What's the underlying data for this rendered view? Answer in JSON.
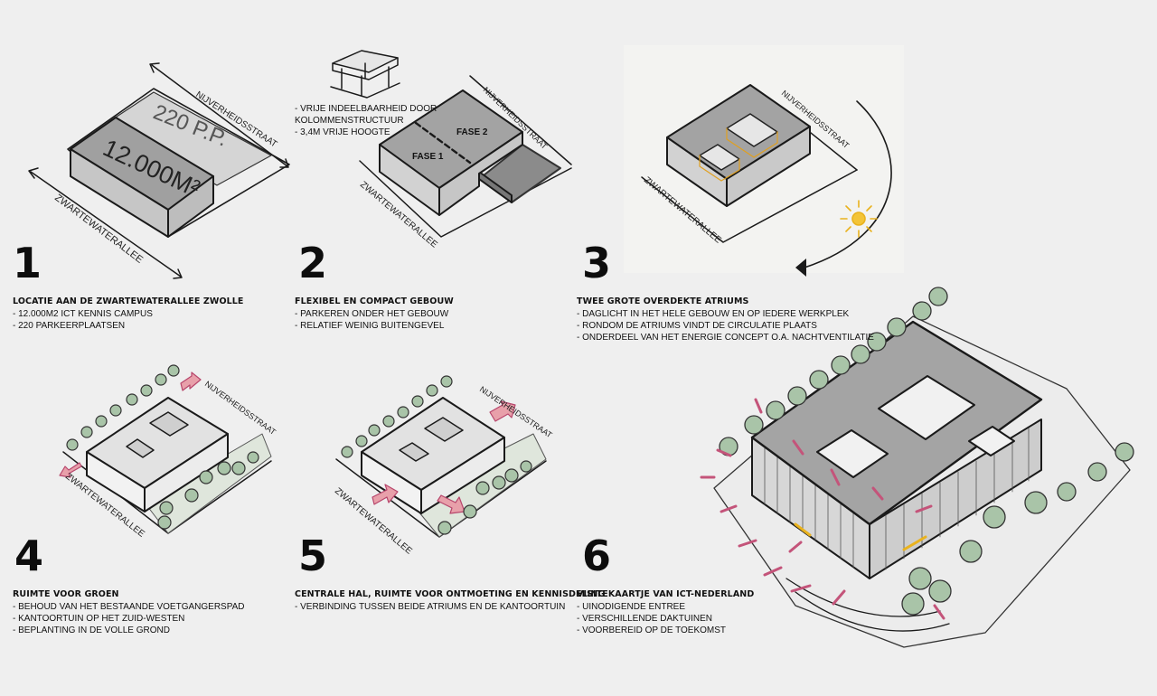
{
  "panels": [
    {
      "number": "1",
      "title": "LOCATIE AAN DE ZWARTEWATERALLEE ZWOLLE",
      "lines": [
        "- 12.000M2 ICT KENNIS CAMPUS",
        "- 220 PARKEERPLAATSEN"
      ]
    },
    {
      "number": "2",
      "title": "FLEXIBEL EN COMPACT GEBOUW",
      "lines": [
        "- PARKEREN ONDER HET GEBOUW",
        "- RELATIEF WEINIG BUITENGEVEL"
      ]
    },
    {
      "number": "3",
      "title": "TWEE GROTE OVERDEKTE ATRIUMS",
      "lines": [
        "- DAGLICHT IN HET HELE GEBOUW EN OP IEDERE WERKPLEK",
        "- RONDOM DE ATRIUMS VINDT DE CIRCULATIE PLAATS",
        "- ONDERDEEL VAN  HET ENERGIE CONCEPT O.A. NACHTVENTILATIE"
      ]
    },
    {
      "number": "4",
      "title": "RUIMTE VOOR GROEN",
      "lines": [
        "- BEHOUD VAN HET BESTAANDE VOETGANGERSPAD",
        "- KANTOORTUIN OP HET ZUID-WESTEN",
        "- BEPLANTING IN DE VOLLE GROND"
      ]
    },
    {
      "number": "5",
      "title": "CENTRALE HAL, RUIMTE VOOR ONTMOETING EN KENNISDELING",
      "lines": [
        "- VERBINDING TUSSEN BEIDE ATRIUMS EN DE KANTOORTUIN"
      ]
    },
    {
      "number": "6",
      "title": "VISITEKAARTJE VAN ICT-NEDERLAND",
      "lines": [
        "- UINODIGENDE ENTREE",
        "- VERSCHILLENDE DAKTUINEN",
        "- VOORBEREID OP DE TOEKOMST"
      ]
    }
  ],
  "panel2_note": [
    "- VRIJE INDEELBAARHEID DOOR",
    "KOLOMMENSTRUCTUUR",
    "- 3,4M VRIJE HOOGTE"
  ],
  "sketch_labels": {
    "street_north": "NIJVERHEIDSSTRAAT",
    "street_south": "ZWARTEWATERALLEE",
    "parking_count": "220 P.P.",
    "floor_area": "12.000M²",
    "phase_1": "FASE 1",
    "phase_2": "FASE 2"
  },
  "colors": {
    "background": "#efefef",
    "roof_grey": "#a3a3a3",
    "light_grey": "#d6d6d6",
    "tree_green": "#a9c4a8",
    "accent_red": "#b8466c",
    "sun_yellow": "#e9b21e",
    "arrow_pink": "#e8a0aa"
  }
}
